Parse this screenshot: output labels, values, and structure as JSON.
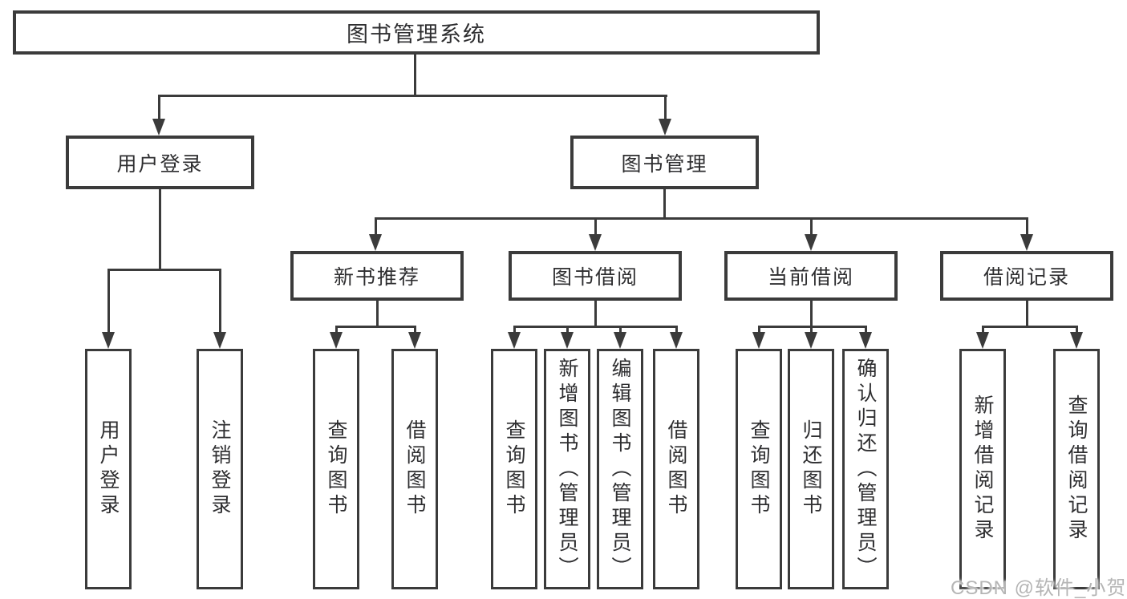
{
  "diagram": {
    "type": "hierarchy-tree",
    "root": {
      "label": "图书管理系统"
    },
    "branches": {
      "user_login": {
        "label": "用户登录",
        "children": {
          "login": "用户登录",
          "logout": "注销登录"
        }
      },
      "book_mgmt": {
        "label": "图书管理",
        "sections": {
          "new_recommend": {
            "label": "新书推荐",
            "children": {
              "query_books": "查询图书",
              "borrow_books": "借阅图书"
            }
          },
          "book_borrow": {
            "label": "图书借阅",
            "children": {
              "query_books": "查询图书",
              "add_books": "新增图书（管理员）",
              "edit_books": "编辑图书（管理员）",
              "borrow_books": "借阅图书"
            }
          },
          "current_borrow": {
            "label": "当前借阅",
            "children": {
              "query_books": "查询图书",
              "return_books": "归还图书",
              "confirm_return": "确认归还（管理员）"
            }
          },
          "borrow_records": {
            "label": "借阅记录",
            "children": {
              "add_record": "新增借阅记录",
              "query_record": "查询借阅记录"
            }
          }
        }
      }
    }
  },
  "watermark": {
    "text": "CSDN @软件_小贺同学"
  },
  "colors": {
    "line": "#3b3b3b",
    "text": "#2e2e30",
    "box_background": "#ffffff",
    "page_background": "#ffffff",
    "watermark": "#b5b5b5"
  }
}
